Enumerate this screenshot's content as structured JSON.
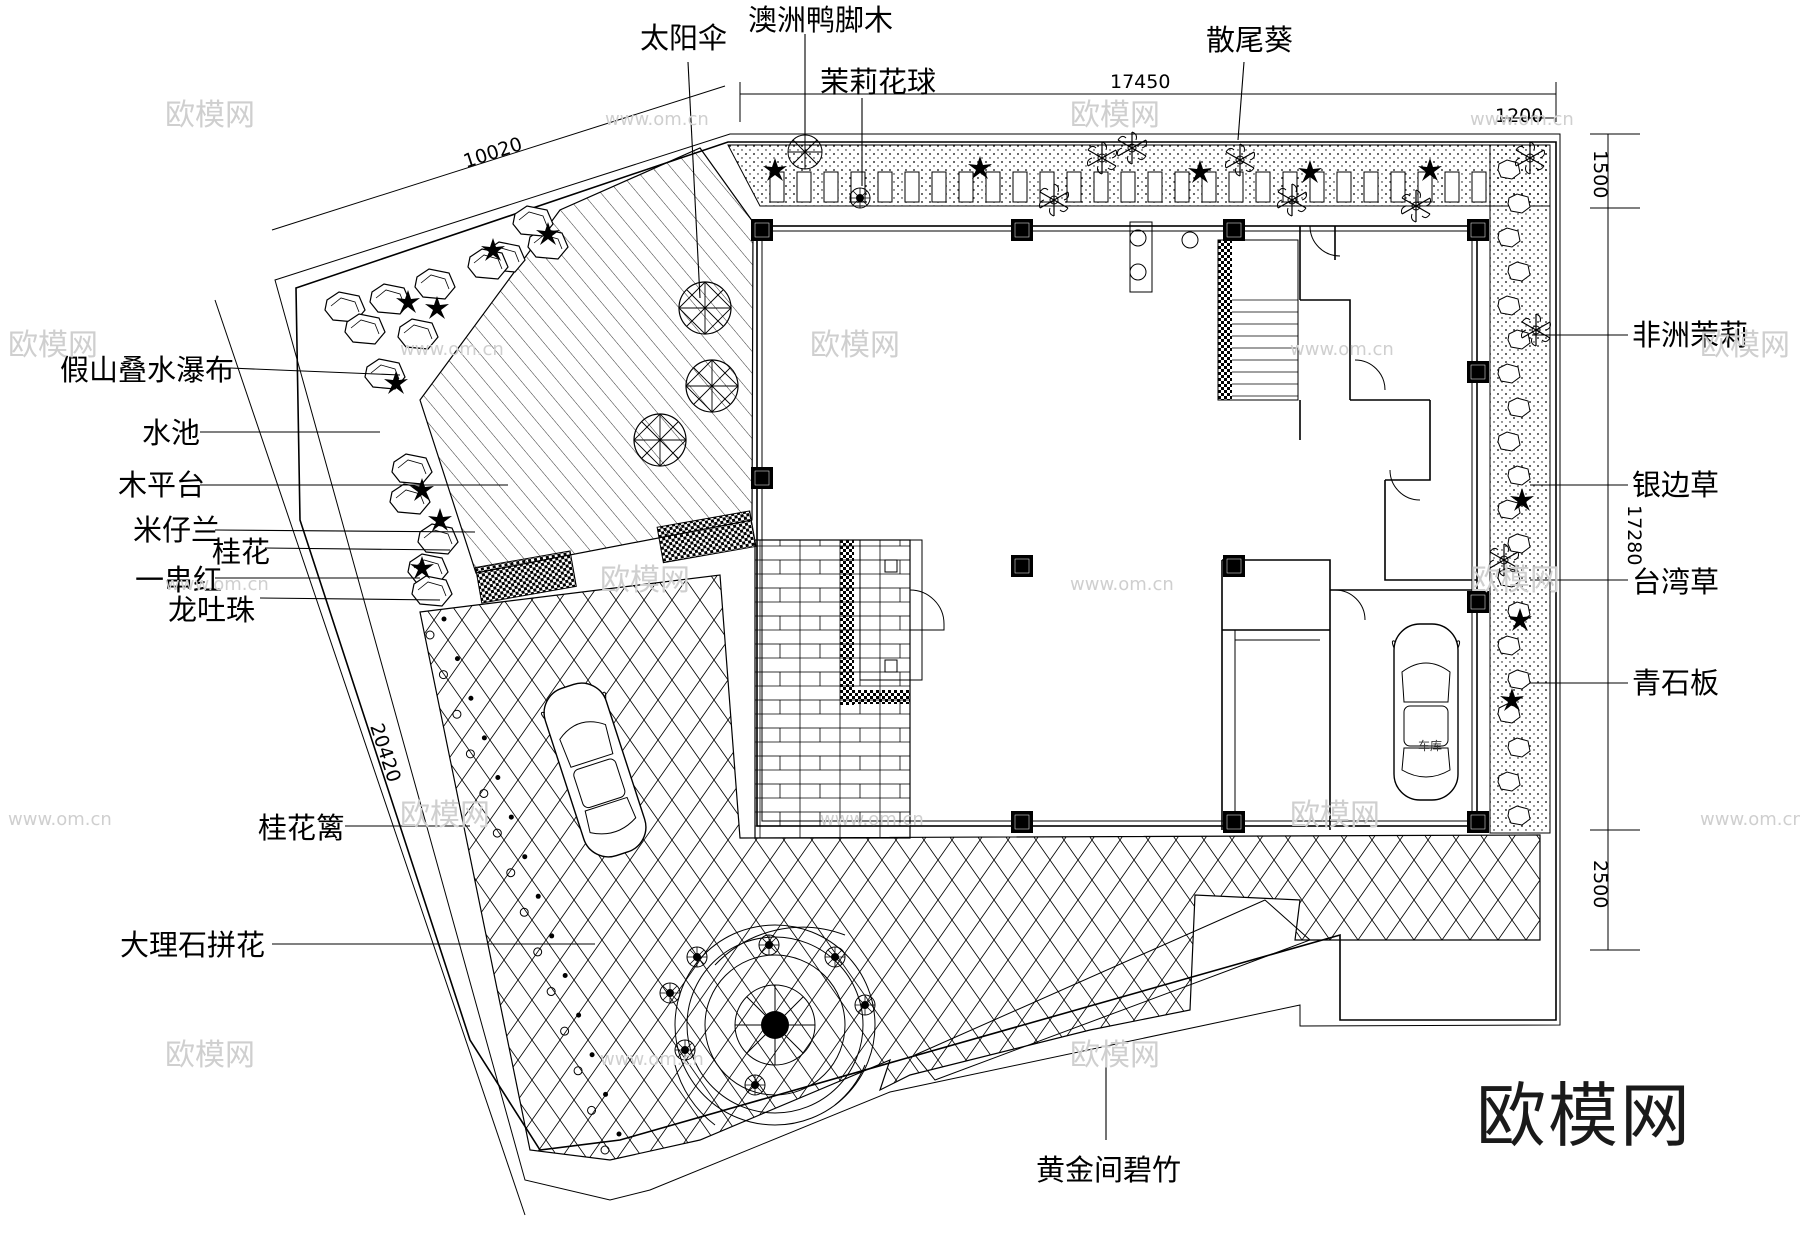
{
  "plant_labels": {
    "parasol": "太阳伞",
    "schefflera": "澳洲鸭脚木",
    "jasmine_ball": "茉莉花球",
    "fishtail_palm": "散尾葵",
    "rockery_waterfall": "假山叠水瀑布",
    "pond": "水池",
    "wood_deck": "木平台",
    "aglaia": "米仔兰",
    "osmanthus": "桂花",
    "salvia": "一串红",
    "clerodendrum": "龙吐珠",
    "african_jasmine": "非洲茉莉",
    "silver_edge_grass": "银边草",
    "taiwan_grass": "台湾草",
    "bluestone_slab": "青石板",
    "osmanthus_hedge": "桂花篱",
    "marble_inlay": "大理石拼花",
    "golden_bamboo": "黄金间碧竹"
  },
  "dimensions": {
    "top_width": "17450",
    "top_right": "1200",
    "right_top": "1500",
    "right_total": "17280",
    "right_bottom": "2500",
    "upper_left_diag": "10020",
    "left_diag": "20420"
  },
  "garage_text": "车库",
  "watermark": {
    "text": "欧模网",
    "url": "www.om.cn",
    "brand": "欧模网"
  }
}
